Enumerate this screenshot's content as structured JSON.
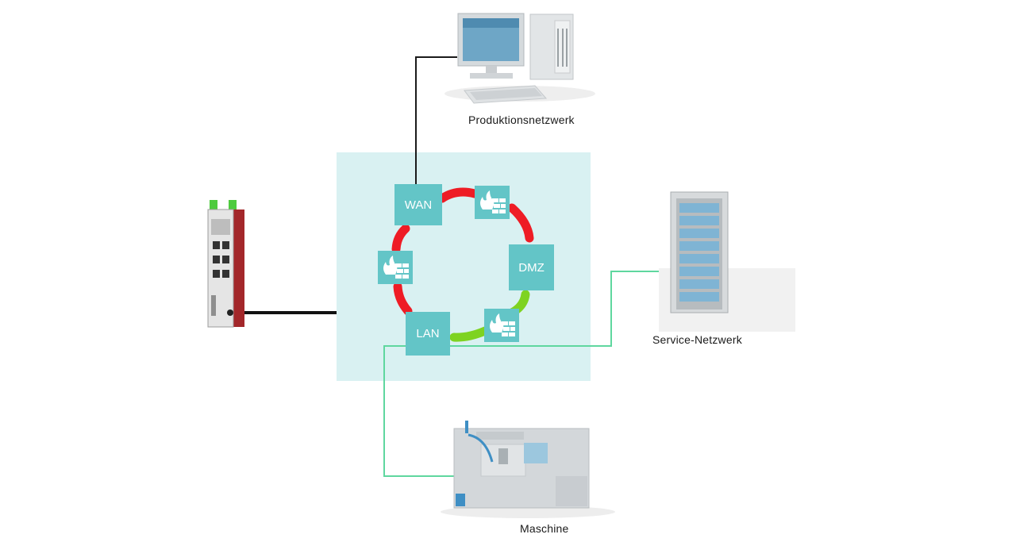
{
  "diagram": {
    "colors": {
      "zone_background": "#d9f1f2",
      "node_fill": "#63c5c7",
      "ring_blocked": "#ee1c25",
      "ring_allowed": "#7ed321",
      "link_black": "#1a1a1a",
      "link_green": "#5fd79f"
    },
    "nodes": {
      "wan": "WAN",
      "dmz": "DMZ",
      "lan": "LAN"
    },
    "endpoints": {
      "production": "Produktionsnetzwerk",
      "service": "Service-Netzwerk",
      "machine": "Maschine"
    },
    "icons": [
      "firewall-icon",
      "firewall-icon",
      "firewall-icon",
      "desktop-computer-icon",
      "server-rack-icon",
      "machine-tool-icon",
      "industrial-router-icon"
    ]
  }
}
